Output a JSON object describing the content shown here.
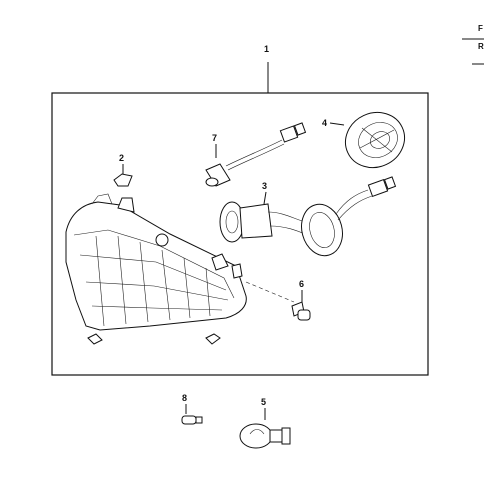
{
  "callouts": {
    "c1": "1",
    "c2": "2",
    "c3": "3",
    "c4": "4",
    "c5": "5",
    "c6": "6",
    "c7": "7",
    "c8": "8"
  },
  "edge_labels": {
    "top": "F",
    "middle": "R"
  },
  "colors": {
    "ink": "#111111",
    "paper": "#ffffff"
  }
}
